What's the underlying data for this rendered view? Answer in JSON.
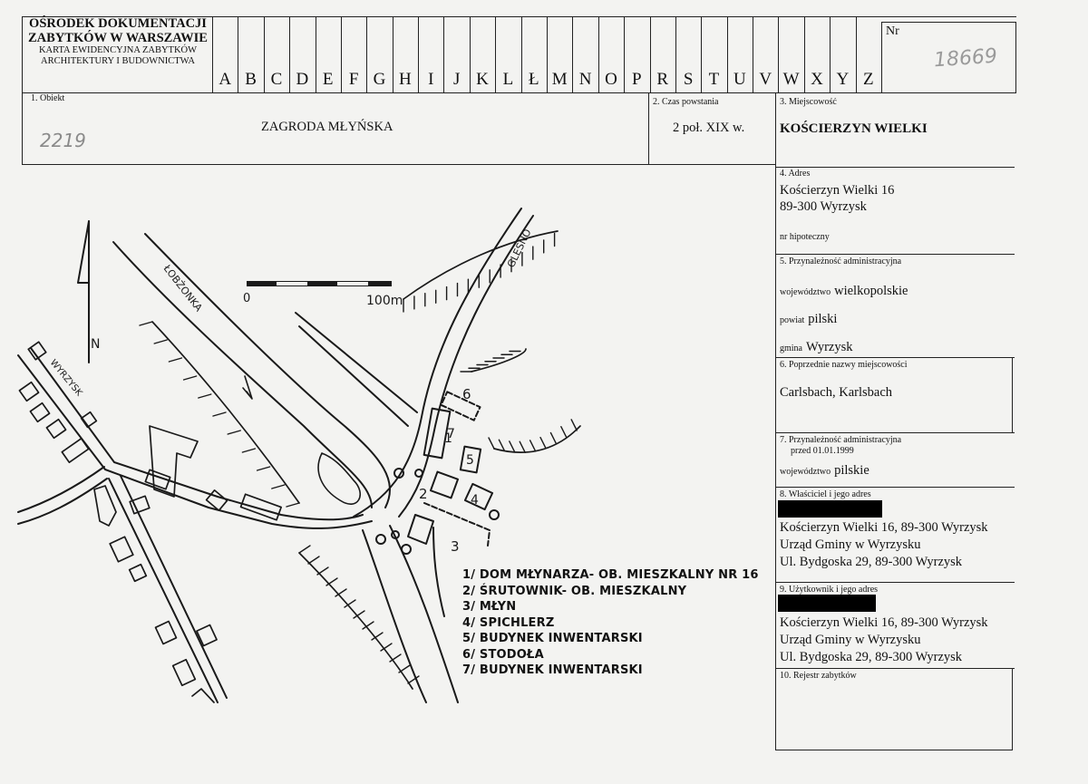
{
  "header": {
    "institution_line1": "OŚRODEK DOKUMENTACJI",
    "institution_line2": "ZABYTKÓW W WARSZAWIE",
    "form_line1": "KARTA EWIDENCYJNA ZABYTKÓW",
    "form_line2": "ARCHITEKTURY I BUDOWNICTWA",
    "letters": [
      "A",
      "B",
      "C",
      "D",
      "E",
      "F",
      "G",
      "H",
      "I",
      "J",
      "K",
      "L",
      "Ł",
      "M",
      "N",
      "O",
      "P",
      "R",
      "S",
      "T",
      "U",
      "V",
      "W",
      "X",
      "Y",
      "Z"
    ],
    "nr_label": "Nr",
    "nr_value": "18669"
  },
  "fields": {
    "obiekt": {
      "label": "1. Obiekt",
      "value": "ZAGRODA MŁYŃSKA",
      "handwritten": "2219"
    },
    "czas": {
      "label": "2. Czas powstania",
      "value": "2 poł. XIX w."
    },
    "miejscowosc": {
      "label": "3. Miejscowość",
      "value": "KOŚCIERZYN WIELKI"
    },
    "adres": {
      "label": "4. Adres",
      "line1": "Kościerzyn Wielki 16",
      "line2": "89-300 Wyrzysk",
      "hipoteczny": "nr hipoteczny"
    },
    "przynaleznosc": {
      "label": "5. Przynależność administracyjna",
      "woj_label": "województwo",
      "woj_value": "wielkopolskie",
      "powiat_label": "powiat",
      "powiat_value": "pilski",
      "gmina_label": "gmina",
      "gmina_value": "Wyrzysk"
    },
    "poprzednie": {
      "label": "6. Poprzednie nazwy miejscowości",
      "value": "Carlsbach, Karlsbach"
    },
    "przynaleznosc_1999": {
      "label1": "7. Przynależność administracyjna",
      "label2": "przed 01.01.1999",
      "woj_label": "województwo",
      "woj_value": "pilskie"
    },
    "wlasciciel": {
      "label": "8. Właściciel i jego adres",
      "lines": [
        "Kościerzyn Wielki 16, 89-300 Wyrzysk",
        "Urząd Gminy w Wyrzysku",
        "Ul. Bydgoska 29, 89-300 Wyrzysk"
      ]
    },
    "uzytkownik": {
      "label": "9. Użytkownik i jego adres",
      "lines": [
        "Kościerzyn Wielki 16, 89-300 Wyrzysk",
        "Urząd Gminy w Wyrzysku",
        "Ul. Bydgoska 29, 89-300 Wyrzysk"
      ]
    },
    "rejestr": {
      "label": "10. Rejestr zabytków"
    }
  },
  "map": {
    "north_label": "N",
    "scale_start": "0",
    "scale_end": "100m",
    "river_label": "ŁOBŻONKA",
    "road_glesno": "GLĘSNO",
    "road_wyrzysk": "WYRZYSK",
    "building_numbers": [
      "1",
      "2",
      "3",
      "4",
      "5",
      "6",
      "7"
    ],
    "legend": [
      "1/ DOM MŁYNARZA- OB. MIESZKALNY NR 16",
      "2/ ŚRUTOWNIK- OB. MIESZKALNY",
      "3/ MŁYN",
      "4/ SPICHLERZ",
      "5/ BUDYNEK INWENTARSKI",
      "6/ STODOŁA",
      "7/ BUDYNEK INWENTARSKI"
    ]
  }
}
